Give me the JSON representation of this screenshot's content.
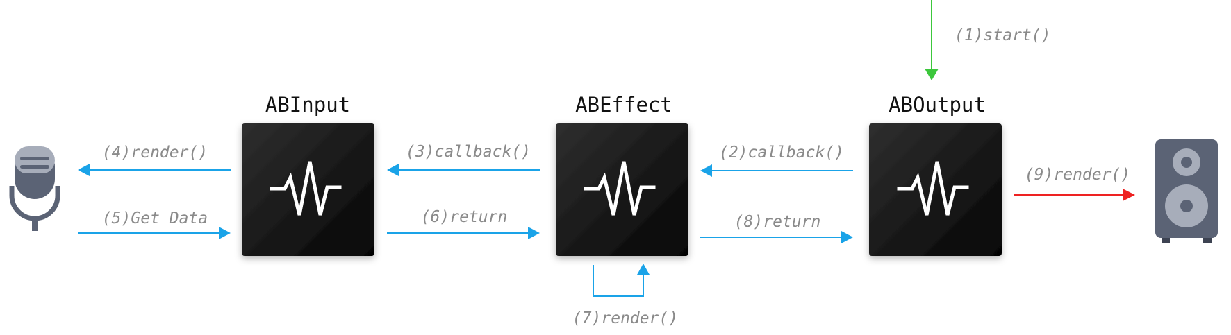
{
  "nodes": [
    {
      "id": "input",
      "title": "ABInput",
      "icon": "waveform-icon"
    },
    {
      "id": "effect",
      "title": "ABEffect",
      "icon": "waveform-icon"
    },
    {
      "id": "output",
      "title": "ABOutput",
      "icon": "waveform-icon"
    }
  ],
  "endpoints": {
    "source": {
      "icon": "microphone-icon"
    },
    "sink": {
      "icon": "speaker-icon"
    }
  },
  "edges": [
    {
      "id": "start",
      "label": "(1)start()",
      "color": "#3cc73c"
    },
    {
      "id": "out-callback",
      "label": "(2)callback()",
      "color": "#1aa3e8"
    },
    {
      "id": "effect-callback",
      "label": "(3)callback()",
      "color": "#1aa3e8"
    },
    {
      "id": "input-render",
      "label": "(4)render()",
      "color": "#1aa3e8"
    },
    {
      "id": "get-data",
      "label": "(5)Get Data",
      "color": "#1aa3e8"
    },
    {
      "id": "input-return",
      "label": "(6)return",
      "color": "#1aa3e8"
    },
    {
      "id": "effect-render",
      "label": "(7)render()",
      "color": "#1aa3e8"
    },
    {
      "id": "effect-return",
      "label": "(8)return",
      "color": "#1aa3e8"
    },
    {
      "id": "speaker-render",
      "label": "(9)render()",
      "color": "#ee2222"
    }
  ],
  "colors": {
    "node_box_top": "#2f2f2f",
    "node_box_bottom": "#050505",
    "waveform": "#ffffff",
    "icon_body": "#5b6375",
    "icon_light": "#a7adba"
  }
}
